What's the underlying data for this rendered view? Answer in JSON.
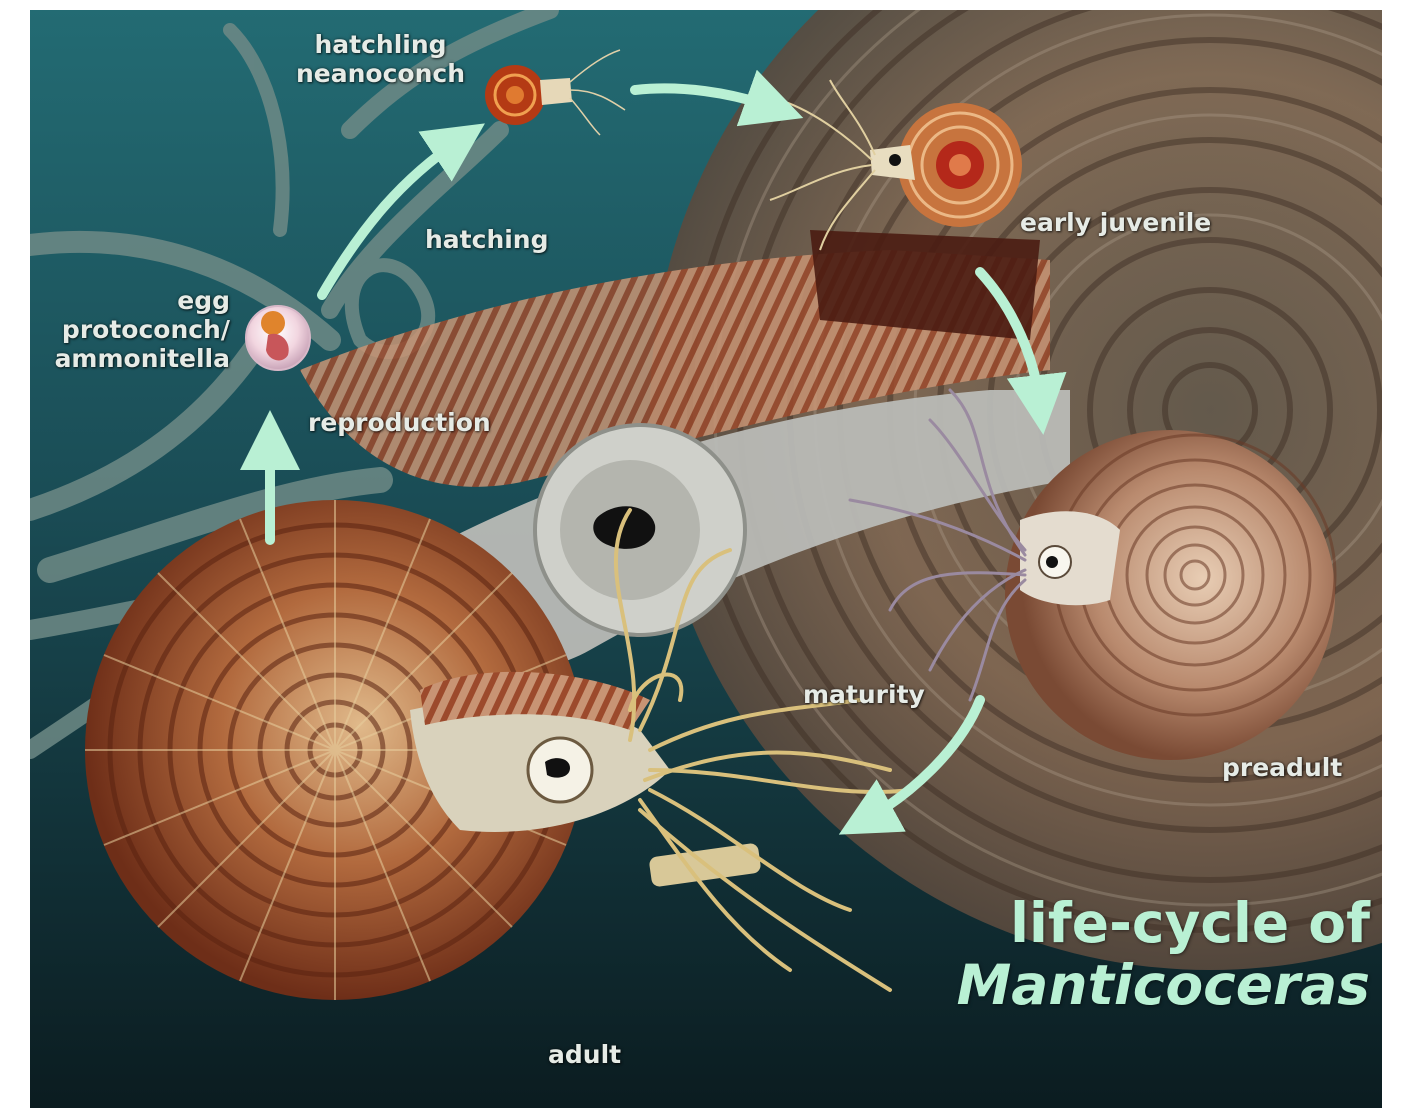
{
  "labels": {
    "hatchling": [
      "hatchling",
      "neanoconch"
    ],
    "hatching": "hatching",
    "egg": [
      "egg",
      "protoconch/",
      "ammonitella"
    ],
    "reproduction": "reproduction",
    "early_juvenile": "early juvenile",
    "maturity": "maturity",
    "preadult": "preadult",
    "adult": "adult"
  },
  "title": {
    "line1": "life-cycle of",
    "line2": "Manticoceras"
  },
  "colors": {
    "water_top": "#1d5a63",
    "water_bottom": "#0c2024",
    "arrow": "#b9f0d4",
    "shell_dark": "#7a3a1e",
    "shell_light": "#d8b48c",
    "label_text": "#e6ebe6"
  },
  "icons": [
    "cycle-arrow-icon",
    "ammonite-shell-icon",
    "egg-icon",
    "tentacle-icon"
  ]
}
